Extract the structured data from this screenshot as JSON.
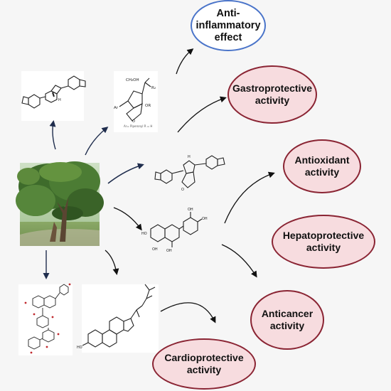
{
  "effects": {
    "anti_inflammatory": "Anti-inflammatory effect",
    "gastroprotective": "Gastroprotective activity",
    "antioxidant": "Antioxidant activity",
    "hepatoprotective": "Hepatoprotective activity",
    "anticancer": "Anticancer activity",
    "cardioprotective": "Cardioprotective activity"
  },
  "structure_labels": {
    "substituent_top": "CH₂OH",
    "substituent_right": "OR",
    "substituent_left": "Ar",
    "caption": "Ar= Piperonyl   R = H",
    "oh": "OH",
    "ho": "HO",
    "o": "O",
    "h": "H"
  },
  "colors": {
    "oval_fill": "#f7dcdf",
    "oval_border": "#8a2433",
    "blue_border": "#4a74c9",
    "arrow_dark": "#1f2d4d",
    "arrow_black": "#111111"
  }
}
